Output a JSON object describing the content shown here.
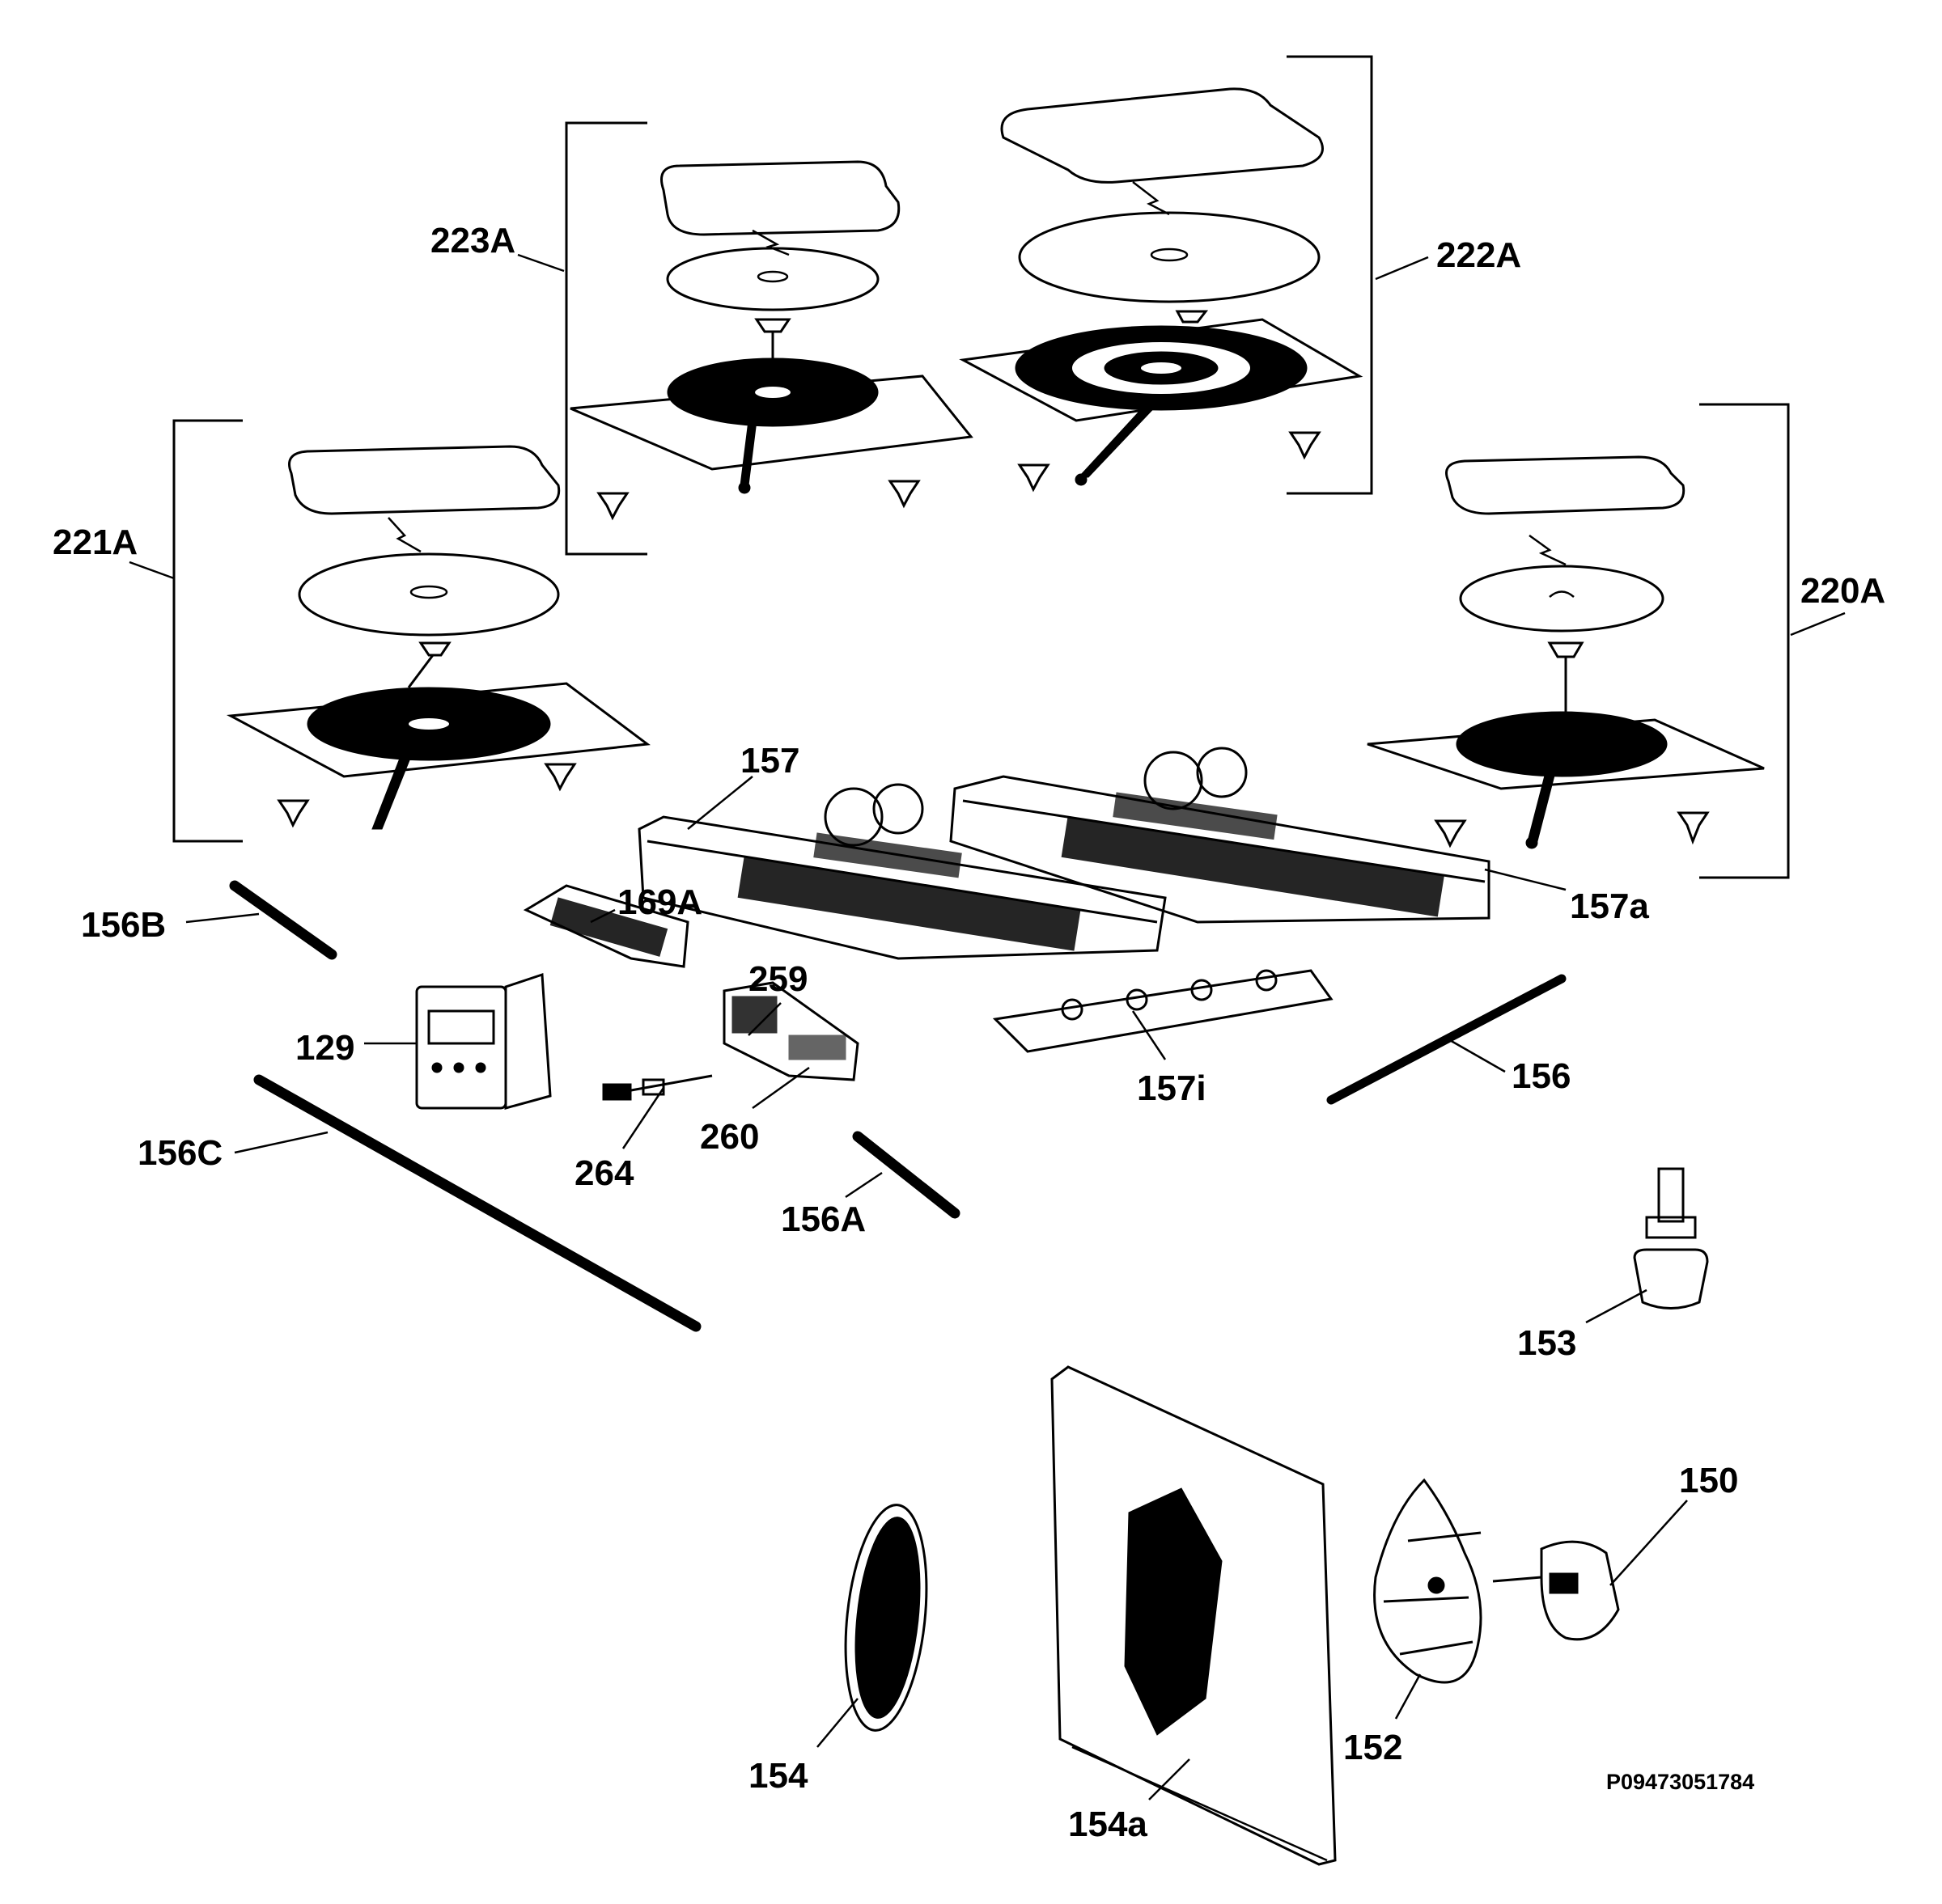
{
  "diagram": {
    "type": "exploded parts diagram",
    "drawing_code": "P09473051784",
    "labels": {
      "p223A": "223A",
      "p222A": "222A",
      "p221A": "221A",
      "p220A": "220A",
      "p157": "157",
      "p157a": "157a",
      "p156B": "156B",
      "p169A": "169A",
      "p259": "259",
      "p129": "129",
      "p157i": "157i",
      "p156": "156",
      "p264": "264",
      "p260": "260",
      "p156C": "156C",
      "p156A": "156A",
      "p153": "153",
      "p150": "150",
      "p154": "154",
      "p152": "152",
      "p154a": "154a"
    }
  }
}
